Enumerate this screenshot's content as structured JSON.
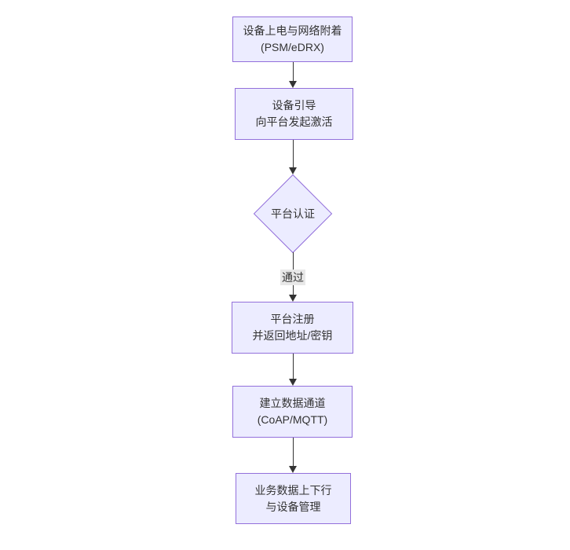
{
  "diagram": {
    "type": "flowchart",
    "direction": "top-down",
    "colors": {
      "node_fill": "#ECECFF",
      "node_border": "#9370DB",
      "text": "#333333",
      "edge": "#333333",
      "edge_label_bg": "#e8e8e8",
      "background": "#ffffff"
    },
    "nodes": [
      {
        "id": "power-attach",
        "shape": "rect",
        "line1": "设备上电与网络附着",
        "line2": "(PSM/eDRX)"
      },
      {
        "id": "bootstrap",
        "shape": "rect",
        "line1": "设备引导",
        "line2": "向平台发起激活"
      },
      {
        "id": "auth",
        "shape": "diamond",
        "line1": "平台认证",
        "line2": ""
      },
      {
        "id": "register",
        "shape": "rect",
        "line1": "平台注册",
        "line2": "并返回地址/密钥"
      },
      {
        "id": "channel",
        "shape": "rect",
        "line1": "建立数据通道",
        "line2": "(CoAP/MQTT)"
      },
      {
        "id": "business",
        "shape": "rect",
        "line1": "业务数据上下行",
        "line2": "与设备管理"
      }
    ],
    "edges": [
      {
        "from": "power-attach",
        "to": "bootstrap",
        "label": ""
      },
      {
        "from": "bootstrap",
        "to": "auth",
        "label": ""
      },
      {
        "from": "auth",
        "to": "register",
        "label": "通过"
      },
      {
        "from": "register",
        "to": "channel",
        "label": ""
      },
      {
        "from": "channel",
        "to": "business",
        "label": ""
      }
    ]
  }
}
